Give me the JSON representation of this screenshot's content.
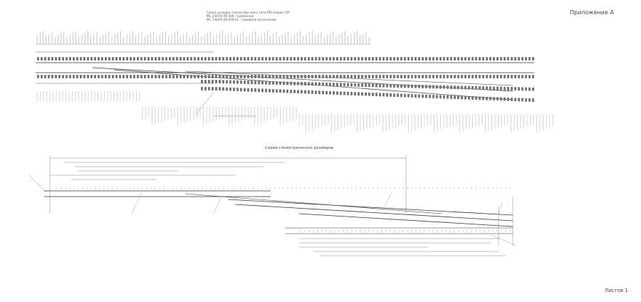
{
  "header": {
    "appendix": "Приложение А",
    "title_lines": [
      "Схема укладки счетов обычного типа Р65 марки 1/9",
      "МС 3.8470.00.000 - курбинное",
      "МС 3.8470.00.000-01 - серийное исполнение"
    ]
  },
  "geometry_title": "Схема геометрических размеров",
  "footer": {
    "sheet": "Листов 1"
  },
  "colors": {
    "line": "#3a3a3a",
    "thin": "#8a8a8a",
    "background": "#ffffff"
  }
}
